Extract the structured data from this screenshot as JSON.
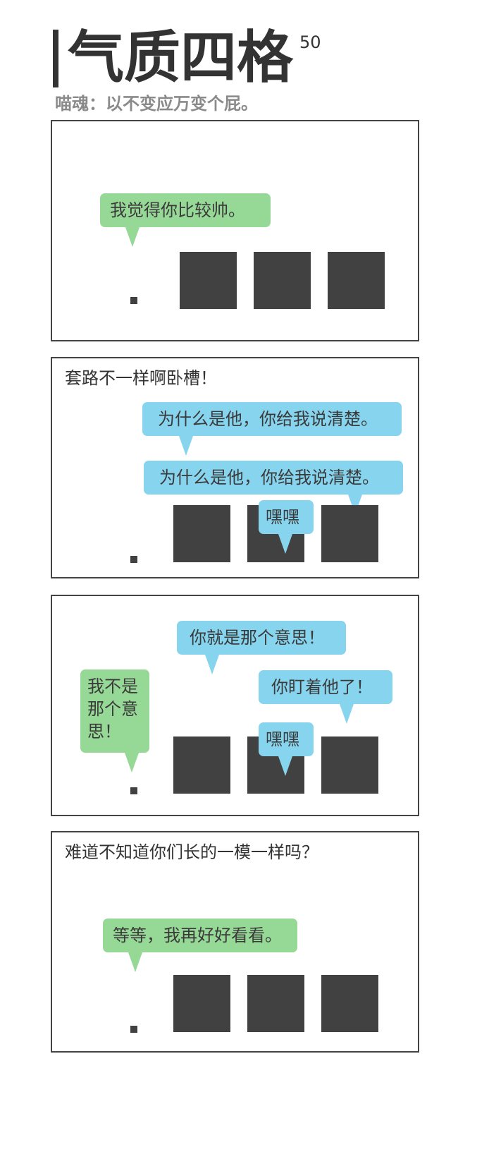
{
  "header": {
    "title": "气质四格",
    "issue_number": "50",
    "subtitle": "喵魂：以不变应万变个屁。"
  },
  "colors": {
    "frame": "#444444",
    "block": "#414141",
    "green_bubble": "#96d896",
    "blue_bubble": "#87d4ee",
    "subtitle_text": "#8a8a8a"
  },
  "panels": [
    {
      "narration": "",
      "bubbles": [
        {
          "color": "green",
          "text": "我觉得你比较帅。"
        }
      ]
    },
    {
      "narration": "套路不一样啊卧槽！",
      "bubbles": [
        {
          "color": "blue",
          "text": "为什么是他，你给我说清楚。"
        },
        {
          "color": "blue",
          "text": "为什么是他，你给我说清楚。"
        },
        {
          "color": "blue",
          "text": "嘿嘿"
        }
      ]
    },
    {
      "narration": "",
      "bubbles": [
        {
          "color": "green",
          "text": "我不是那个意思！"
        },
        {
          "color": "blue",
          "text": "你就是那个意思！"
        },
        {
          "color": "blue",
          "text": "你盯着他了！"
        },
        {
          "color": "blue",
          "text": "嘿嘿"
        }
      ]
    },
    {
      "narration": "难道不知道你们长的一模一样吗？",
      "bubbles": [
        {
          "color": "green",
          "text": "等等，我再好好看看。"
        }
      ]
    }
  ]
}
